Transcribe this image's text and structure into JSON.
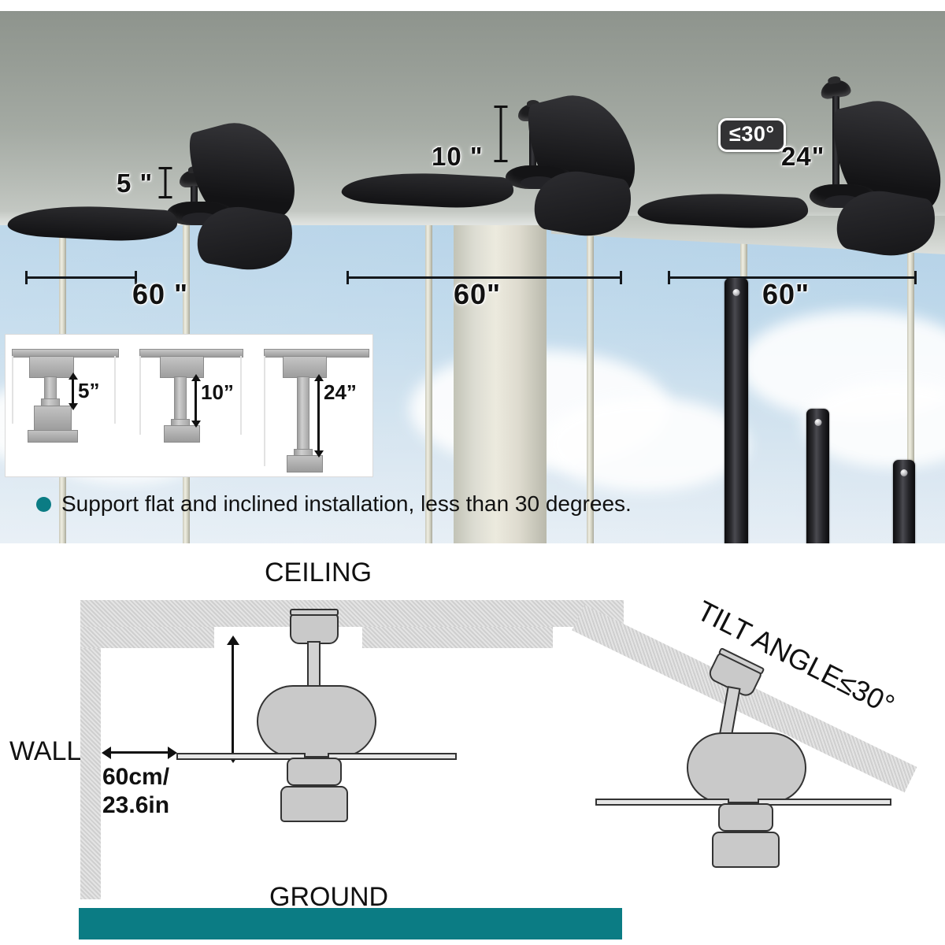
{
  "photo_scene": {
    "fans": [
      {
        "id": "fan-5in",
        "drop_label": "5 \"",
        "span_label": "60 \""
      },
      {
        "id": "fan-10in",
        "drop_label": "10 \"",
        "span_label": "60\""
      },
      {
        "id": "fan-24in",
        "drop_label": "24\"",
        "span_label": "60\"",
        "tilt_badge": "≤30°"
      }
    ]
  },
  "inset_panel": {
    "items": [
      {
        "label": "5”"
      },
      {
        "label": "10”"
      },
      {
        "label": "24”"
      }
    ]
  },
  "bullet": {
    "text": "Support flat and inclined installation, less than 30 degrees.",
    "dot_color": "#0b7c84"
  },
  "downrods": {
    "count": 3,
    "names": [
      "downrod-long",
      "downrod-medium",
      "downrod-short"
    ]
  },
  "diagram": {
    "ceiling_label": "CEILING",
    "wall_label": "WALL",
    "ground_label": "GROUND",
    "clearance_line1": "60cm/",
    "clearance_line2": "23.6in",
    "tilt_label": "TILT ANGLE≤30°",
    "ground_color": "#0b7c84"
  }
}
